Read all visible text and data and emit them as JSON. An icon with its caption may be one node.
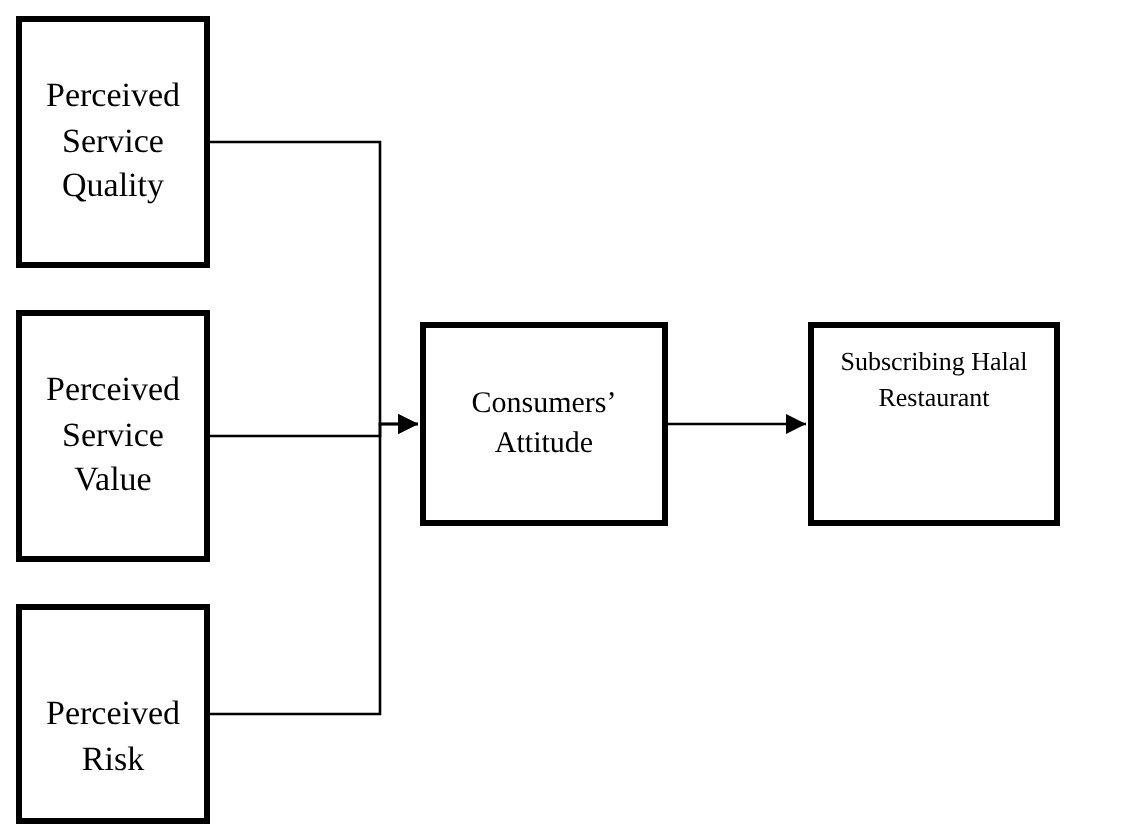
{
  "diagram": {
    "nodes": [
      {
        "text": [
          "Perceived Service Quality"
        ]
      },
      {
        "text": [
          "Perceived Service Value"
        ]
      },
      {
        "text": [
          "Perceived Risk"
        ]
      },
      {
        "text": [
          "Consumers’ Attitude"
        ]
      },
      {
        "text": [
          "Subscribing Halal Restaurant"
        ]
      }
    ],
    "edges": [
      {
        "from": 0,
        "to": 3,
        "arrow": "to"
      },
      {
        "from": 1,
        "to": 3,
        "arrow": "to"
      },
      {
        "from": 2,
        "to": 3,
        "arrow": "to"
      },
      {
        "from": 3,
        "to": 4,
        "arrow": "to"
      }
    ]
  }
}
